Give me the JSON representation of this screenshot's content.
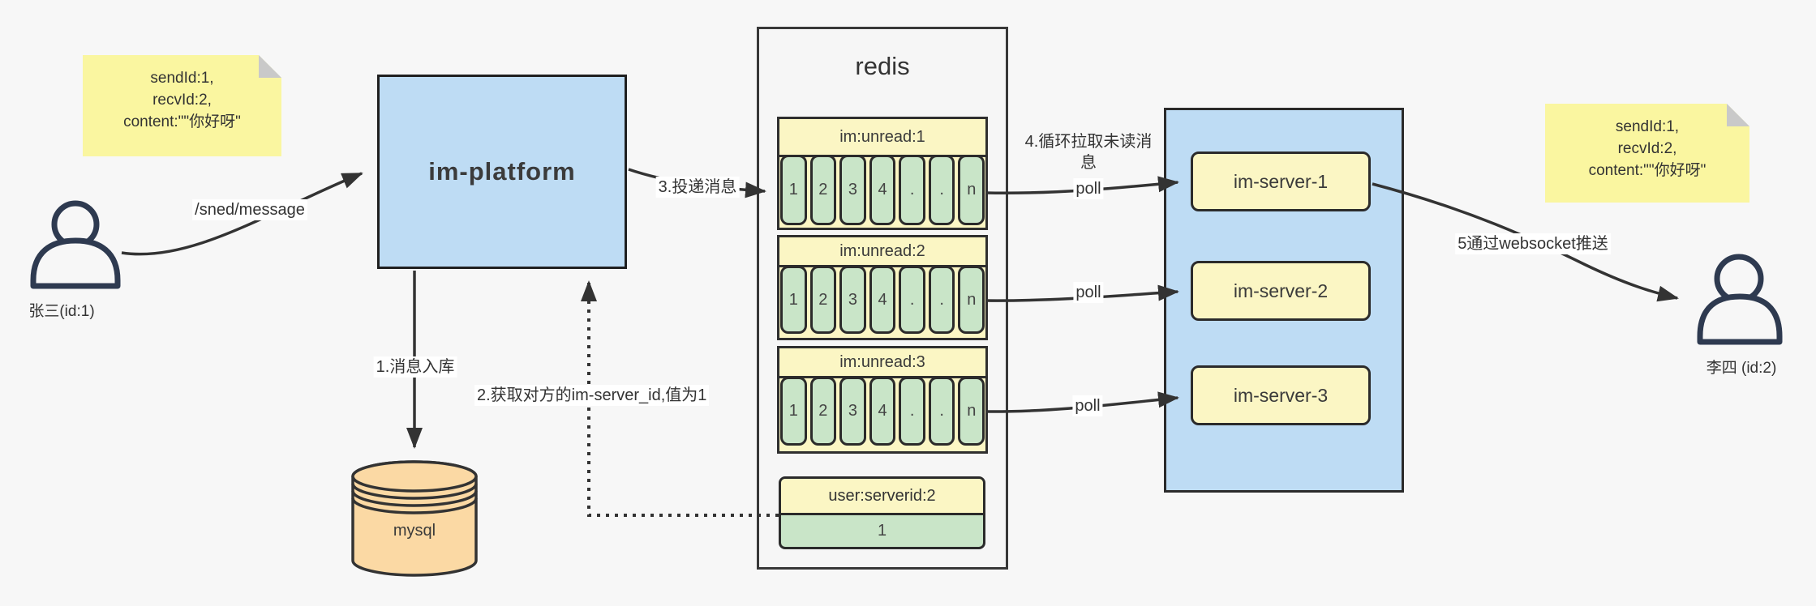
{
  "notes": {
    "left": {
      "lines": [
        "sendId:1,",
        "recvId:2,",
        "content:\"\"你好呀\""
      ]
    },
    "right": {
      "lines": [
        "sendId:1,",
        "recvId:2,",
        "content:\"\"你好呀\""
      ]
    }
  },
  "actors": {
    "sender": "张三(id:1)",
    "receiver": "李四 (id:2)"
  },
  "platform": {
    "label": "im-platform"
  },
  "database": {
    "label": "mysql"
  },
  "redis": {
    "title": "redis",
    "queues": [
      {
        "title": "im:unread:1",
        "cells": [
          "1",
          "2",
          "3",
          "4",
          ".",
          ".",
          "n"
        ]
      },
      {
        "title": "im:unread:2",
        "cells": [
          "1",
          "2",
          "3",
          "4",
          ".",
          ".",
          "n"
        ]
      },
      {
        "title": "im:unread:3",
        "cells": [
          "1",
          "2",
          "3",
          "4",
          ".",
          ".",
          "n"
        ]
      }
    ],
    "mapping": {
      "key": "user:serverid:2",
      "value": "1"
    }
  },
  "cluster": {
    "servers": [
      "im-server-1",
      "im-server-2",
      "im-server-3"
    ]
  },
  "edges": {
    "send_message": "/sned/message",
    "step1": "1.消息入库",
    "step2": "2.获取对方的im-server_id,值为1",
    "step3": "3.投递消息",
    "step4": "4.循环拉取未读消息",
    "poll": "poll",
    "step5": "5通过websocket推送"
  },
  "colors": {
    "container_blue": "#BEDCF4",
    "note_yellow": "#FAF6A0",
    "box_yellow": "#FBF6C4",
    "cell_green": "#C9E5C8",
    "db_peach": "#FBD9A4",
    "line_dark": "#333333",
    "person_stroke": "#2E3A50"
  }
}
